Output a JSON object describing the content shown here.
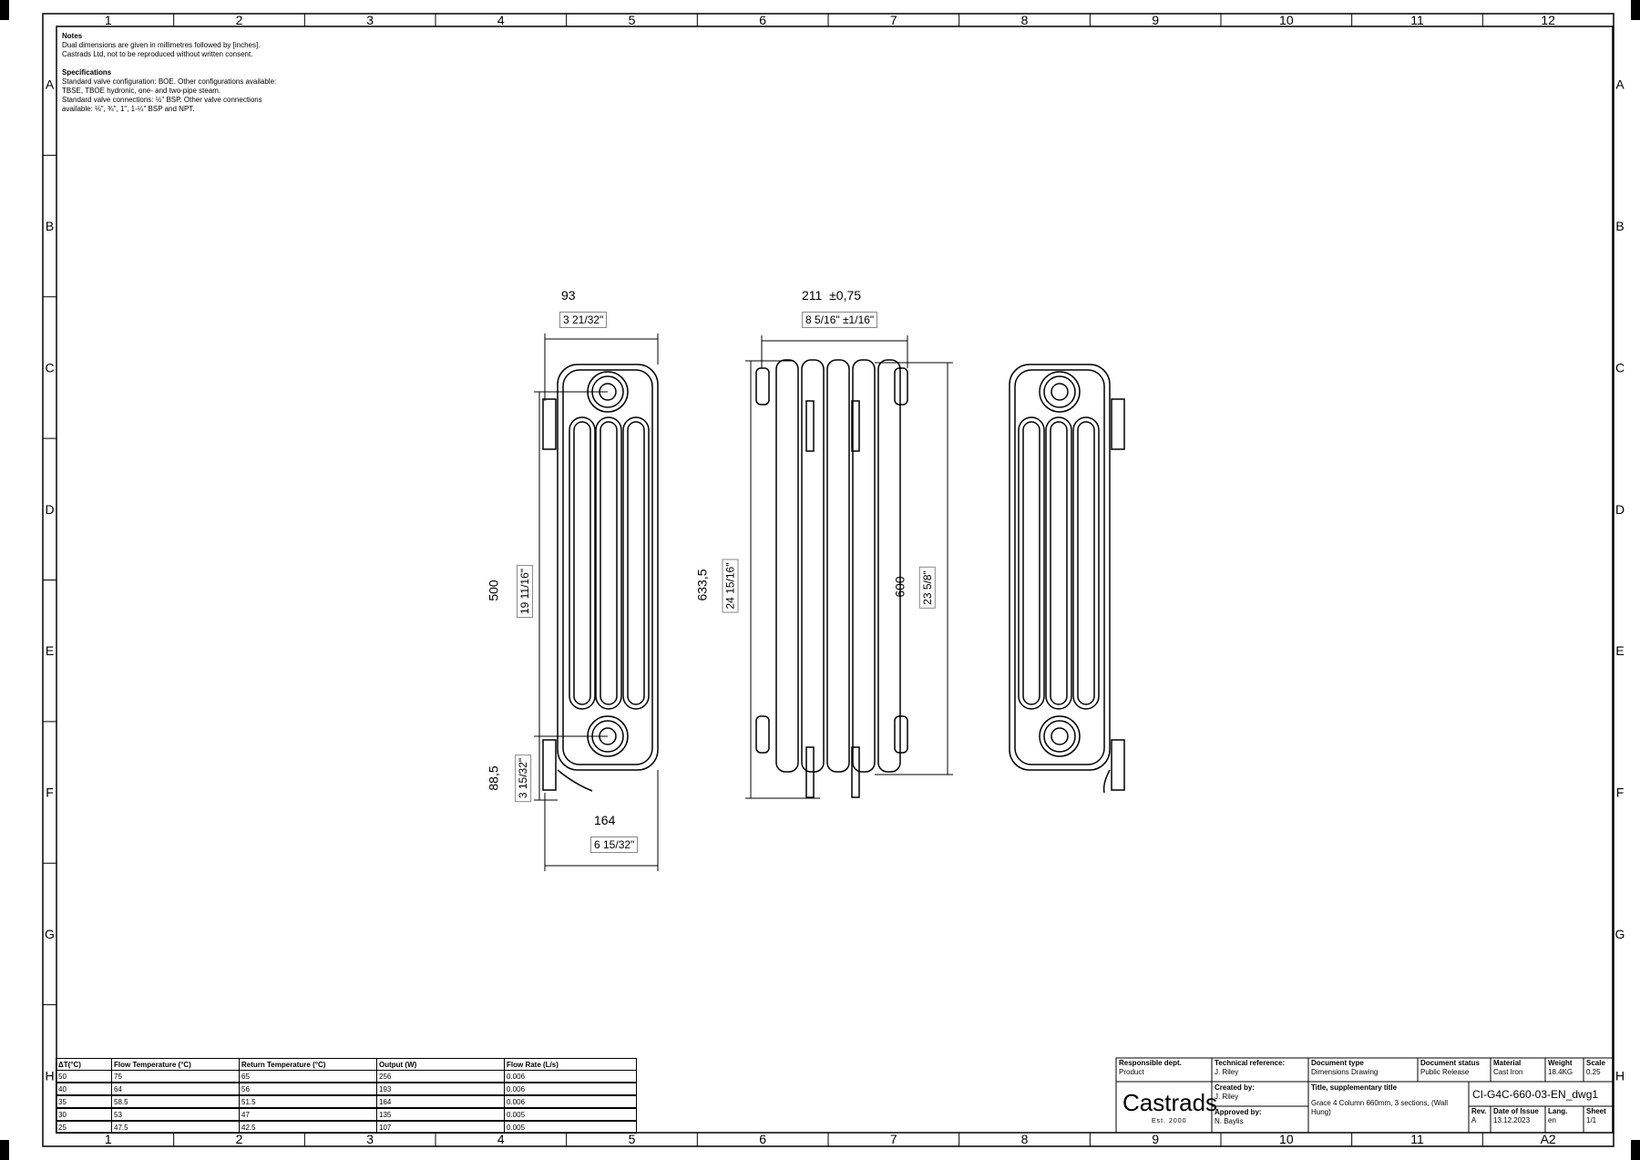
{
  "border": {
    "columns": [
      "1",
      "2",
      "3",
      "4",
      "5",
      "6",
      "7",
      "8",
      "9",
      "10",
      "11",
      "12"
    ],
    "bottom_columns": [
      "1",
      "2",
      "3",
      "4",
      "5",
      "6",
      "7",
      "8",
      "9",
      "10",
      "11",
      "A2"
    ],
    "rows": [
      "A",
      "B",
      "C",
      "D",
      "E",
      "F",
      "G",
      "H"
    ]
  },
  "notes": {
    "heading": "Notes",
    "lines": [
      "Dual dimensions are given in millimetres followed by [inches].",
      "Castrads Ltd, not to be reproduced without written consent."
    ],
    "spec_heading": "Specifications",
    "spec_lines": [
      "Standard valve configuration: BOE. Other configurations available:",
      "TBSE, TBOE hydronic, one- and two-pipe steam.",
      "Standard valve connections: ½\" BSP. Other valve connections",
      "available: ⅛\", ¾\", 1\", 1-¼\" BSP and NPT."
    ]
  },
  "dimensions": {
    "top_width_mm": "93",
    "top_width_in": "3 21/32\"",
    "side_width_mm": "211",
    "side_width_tol": "±0,75",
    "side_width_in": "8 5/16\"",
    "side_width_tol_in": "±1/16\"",
    "centres_mm": "500",
    "centres_in": "19 11/16\"",
    "overall_height_mm": "633,5",
    "overall_height_in": "24 15/16\"",
    "section_height_mm": "600",
    "section_height_in": "23 5/8\"",
    "floor_to_pipe_mm": "88,5",
    "floor_to_pipe_in": "3 15/32\"",
    "depth_mm": "164",
    "depth_in": "6 15/32\""
  },
  "performance_table": {
    "headers": [
      "ΔT(°C)",
      "Flow Temperature (°C)",
      "Return Temperature (°C)",
      "Output (W)",
      "Flow Rate (L/s)"
    ],
    "rows": [
      [
        "50",
        "75",
        "65",
        "256",
        "0.006"
      ],
      [
        "40",
        "64",
        "56",
        "193",
        "0.006"
      ],
      [
        "35",
        "58.5",
        "51.5",
        "164",
        "0.006"
      ],
      [
        "30",
        "53",
        "47",
        "135",
        "0.005"
      ],
      [
        "25",
        "47.5",
        "42.5",
        "107",
        "0.005"
      ]
    ]
  },
  "title_block": {
    "responsible_dept_label": "Responsible dept.",
    "responsible_dept": "Product",
    "technical_reference_label": "Technical reference:",
    "technical_reference": "J. Riley",
    "document_type_label": "Document type",
    "document_type": "Dimensions Drawing",
    "document_status_label": "Document status",
    "document_status": "Public Release",
    "material_label": "Material",
    "material": "Cast Iron",
    "weight_label": "Weight",
    "weight": "18.4KG",
    "scale_label": "Scale",
    "scale": "0.25",
    "logo": "Castrads",
    "logo_sub": "Est. 2000",
    "created_by_label": "Created by:",
    "created_by": "J. Riley",
    "approved_by_label": "Approved by:",
    "approved_by": "N. Baylis",
    "title_label": "Title, supplementary title",
    "title": "Grace 4 Column 660mm, 3 sections, (Wall Hung)",
    "doc_id": "CI-G4C-660-03-EN_dwg1",
    "rev_label": "Rev.",
    "rev": "A",
    "date_label": "Date of Issue",
    "date": "13.12.2023",
    "lang_label": "Lang.",
    "lang": "en",
    "sheet_label": "Sheet",
    "sheet": "1/1"
  }
}
